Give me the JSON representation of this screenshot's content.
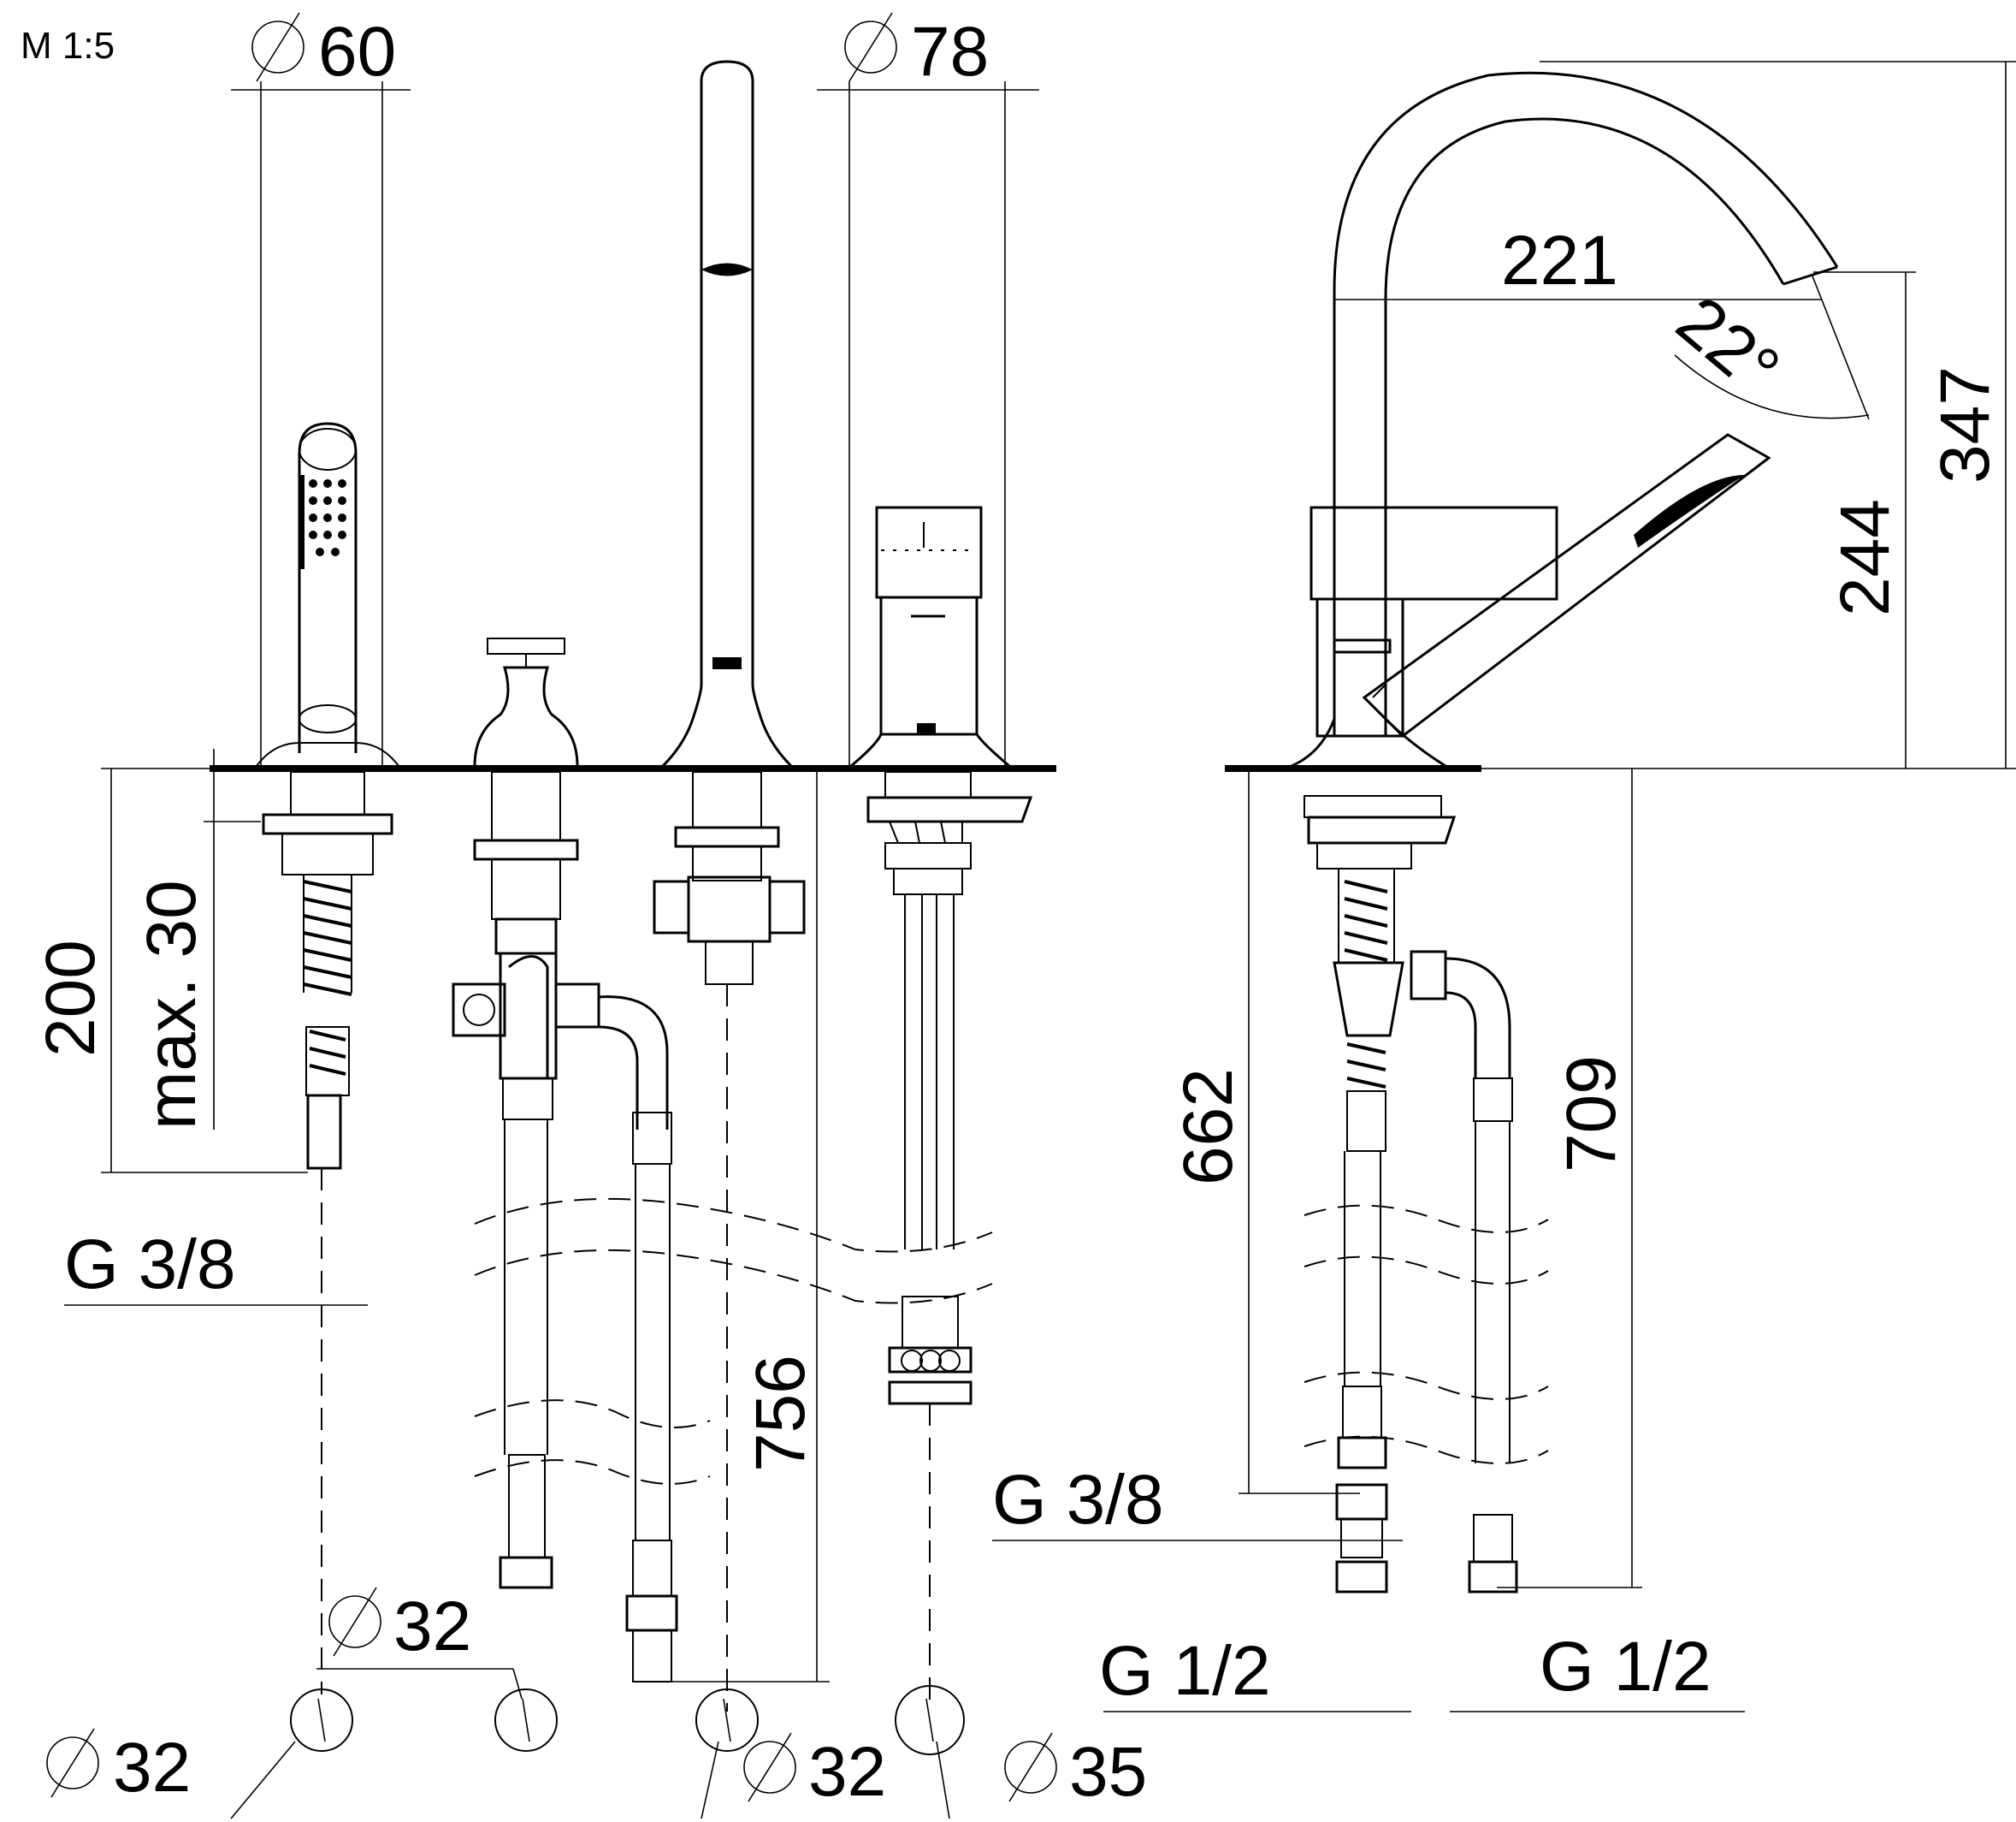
{
  "scale_label": "M 1:5",
  "dimensions": {
    "dia_60": "60",
    "dia_78": "78",
    "dia_32_a": "32",
    "dia_32_b": "32",
    "dia_32_c": "32",
    "dia_35": "35",
    "height_200": "200",
    "max_30": "max. 30",
    "length_756": "756",
    "thread_g38_left": "G 3/8",
    "reach_221": "221",
    "angle_22": "22°",
    "height_347": "347",
    "height_244": "244",
    "length_662": "662",
    "length_709": "709",
    "thread_g38_right": "G 3/8",
    "thread_g12_a": "G 1/2",
    "thread_g12_b": "G 1/2"
  }
}
